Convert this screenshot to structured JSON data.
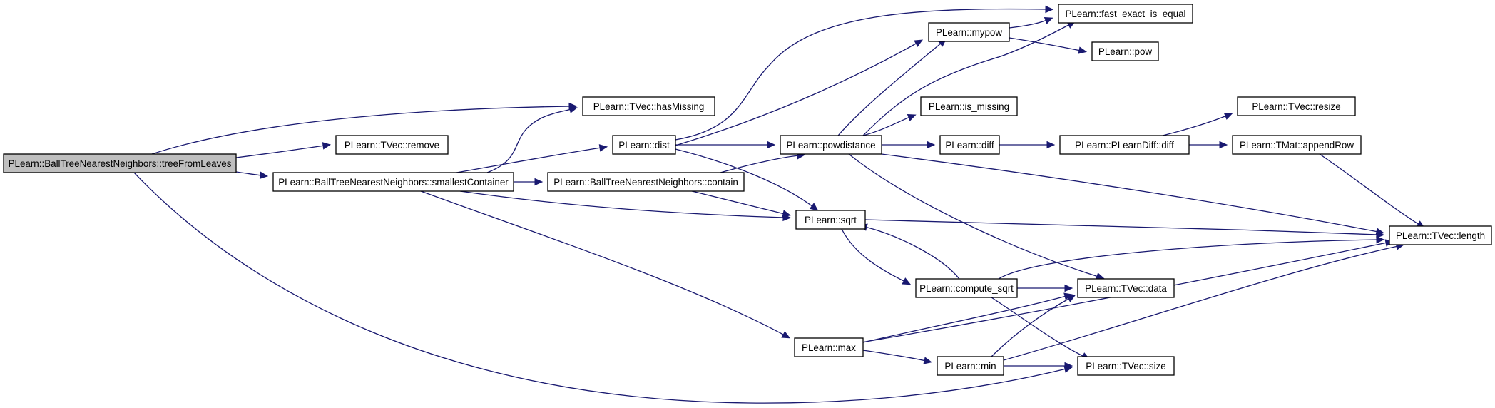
{
  "diagram": {
    "nodes": [
      {
        "id": "treeFromLeaves",
        "label": "PLearn::BallTreeNearestNeighbors::treeFromLeaves",
        "highlighted": true
      },
      {
        "id": "hasMissing",
        "label": "PLearn::TVec::hasMissing"
      },
      {
        "id": "remove",
        "label": "PLearn::TVec::remove"
      },
      {
        "id": "smallestContainer",
        "label": "PLearn::BallTreeNearestNeighbors::smallestContainer"
      },
      {
        "id": "dist",
        "label": "PLearn::dist"
      },
      {
        "id": "contain",
        "label": "PLearn::BallTreeNearestNeighbors::contain"
      },
      {
        "id": "fast_exact_is_equal",
        "label": "PLearn::fast_exact_is_equal"
      },
      {
        "id": "mypow",
        "label": "PLearn::mypow"
      },
      {
        "id": "pow",
        "label": "PLearn::pow"
      },
      {
        "id": "is_missing",
        "label": "PLearn::is_missing"
      },
      {
        "id": "powdistance",
        "label": "PLearn::powdistance"
      },
      {
        "id": "diff",
        "label": "PLearn::diff"
      },
      {
        "id": "PLearnDiff",
        "label": "PLearn::PLearnDiff::diff"
      },
      {
        "id": "resize",
        "label": "PLearn::TVec::resize"
      },
      {
        "id": "appendRow",
        "label": "PLearn::TMat::appendRow"
      },
      {
        "id": "sqrt",
        "label": "PLearn::sqrt"
      },
      {
        "id": "length",
        "label": "PLearn::TVec::length"
      },
      {
        "id": "compute_sqrt",
        "label": "PLearn::compute_sqrt"
      },
      {
        "id": "data",
        "label": "PLearn::TVec::data"
      },
      {
        "id": "max",
        "label": "PLearn::max"
      },
      {
        "id": "min",
        "label": "PLearn::min"
      },
      {
        "id": "size",
        "label": "PLearn::TVec::size"
      }
    ],
    "edges": [
      {
        "from": "treeFromLeaves",
        "to": "hasMissing"
      },
      {
        "from": "treeFromLeaves",
        "to": "remove"
      },
      {
        "from": "treeFromLeaves",
        "to": "smallestContainer"
      },
      {
        "from": "treeFromLeaves",
        "to": "size"
      },
      {
        "from": "smallestContainer",
        "to": "hasMissing"
      },
      {
        "from": "smallestContainer",
        "to": "dist"
      },
      {
        "from": "smallestContainer",
        "to": "contain"
      },
      {
        "from": "smallestContainer",
        "to": "sqrt"
      },
      {
        "from": "smallestContainer",
        "to": "max"
      },
      {
        "from": "dist",
        "to": "fast_exact_is_equal"
      },
      {
        "from": "dist",
        "to": "mypow"
      },
      {
        "from": "dist",
        "to": "powdistance"
      },
      {
        "from": "dist",
        "to": "sqrt"
      },
      {
        "from": "contain",
        "to": "powdistance"
      },
      {
        "from": "contain",
        "to": "sqrt"
      },
      {
        "from": "mypow",
        "to": "fast_exact_is_equal"
      },
      {
        "from": "mypow",
        "to": "pow"
      },
      {
        "from": "powdistance",
        "to": "fast_exact_is_equal"
      },
      {
        "from": "powdistance",
        "to": "mypow"
      },
      {
        "from": "powdistance",
        "to": "is_missing"
      },
      {
        "from": "powdistance",
        "to": "diff"
      },
      {
        "from": "powdistance",
        "to": "length"
      },
      {
        "from": "powdistance",
        "to": "data"
      },
      {
        "from": "diff",
        "to": "PLearnDiff"
      },
      {
        "from": "PLearnDiff",
        "to": "resize"
      },
      {
        "from": "PLearnDiff",
        "to": "appendRow"
      },
      {
        "from": "appendRow",
        "to": "length"
      },
      {
        "from": "sqrt",
        "to": "length"
      },
      {
        "from": "sqrt",
        "to": "compute_sqrt"
      },
      {
        "from": "compute_sqrt",
        "to": "sqrt"
      },
      {
        "from": "compute_sqrt",
        "to": "length"
      },
      {
        "from": "compute_sqrt",
        "to": "data"
      },
      {
        "from": "compute_sqrt",
        "to": "size"
      },
      {
        "from": "max",
        "to": "data"
      },
      {
        "from": "max",
        "to": "min"
      },
      {
        "from": "max",
        "to": "length"
      },
      {
        "from": "min",
        "to": "data"
      },
      {
        "from": "min",
        "to": "length"
      },
      {
        "from": "min",
        "to": "size"
      }
    ],
    "colors": {
      "edge": "#191970",
      "node_fill": "#ffffff",
      "highlight_fill": "#bfbfbf",
      "border": "#000000"
    }
  }
}
